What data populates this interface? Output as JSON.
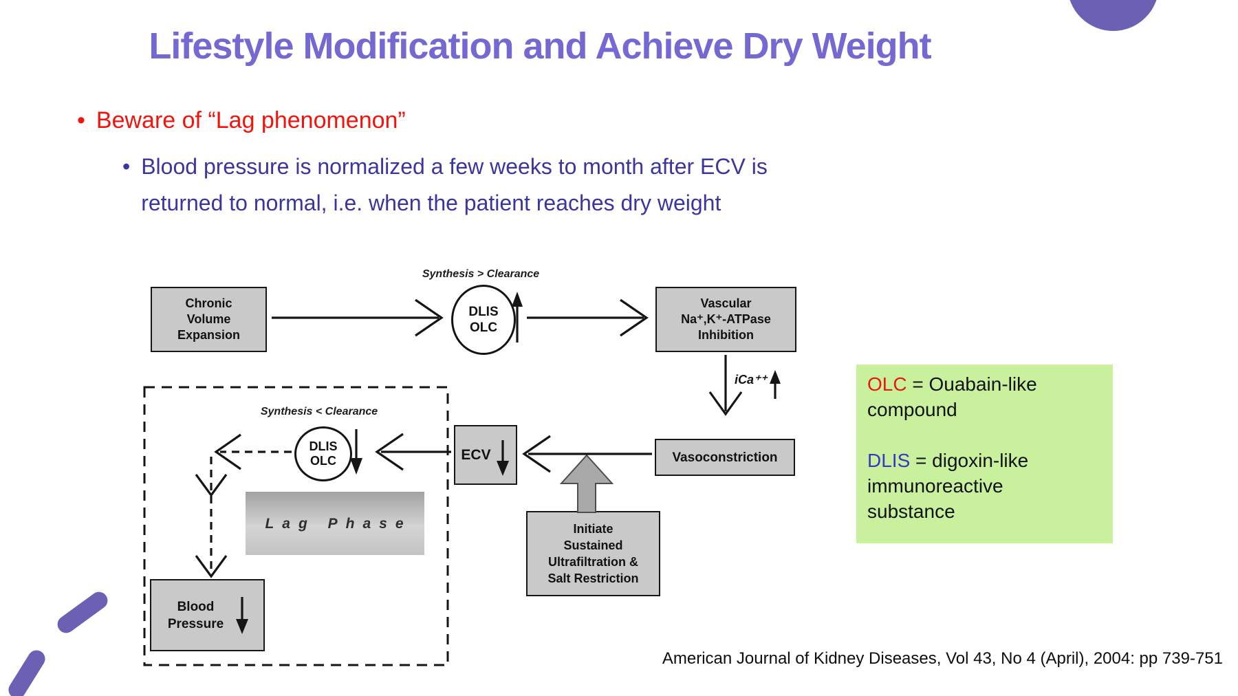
{
  "slide": {
    "title": "Lifestyle Modification and Achieve Dry Weight",
    "bullet_glyph": "•",
    "bullet1": "Beware of “Lag phenomenon”",
    "bullet2": "Blood pressure is normalized a few weeks to month after ECV is\nreturned to normal, i.e. when the patient reaches dry weight",
    "citation": "American Journal of Kidney Diseases, Vol 43, No 4 (April), 2004: pp 739-751"
  },
  "diagram": {
    "labels": {
      "synthesis_gt": "Synthesis > Clearance",
      "synthesis_lt": "Synthesis < Clearance",
      "ica": "iCa⁺⁺",
      "lag_phase": "Lag Phase"
    },
    "boxes": {
      "chronic": "Chronic\nVolume\nExpansion",
      "vascular": "Vascular\nNa⁺,K⁺-ATPase\nInhibition",
      "vasoconstriction": "Vasoconstriction",
      "ecv": "ECV",
      "initiate": "Initiate\nSustained\nUltrafiltration &\nSalt Restriction",
      "blood_pressure": "Blood\nPressure"
    },
    "circles": {
      "dlis_top": "DLIS\nOLC",
      "dlis_bottom": "DLIS\nOLC"
    }
  },
  "legend": {
    "olc_term": "OLC",
    "olc_rest": " = Ouabain-like\ncompound",
    "dlis_term": "DLIS",
    "dlis_rest": " = digoxin-like\nimmunoreactive\nsubstance"
  },
  "colors": {
    "title_purple": "#7468d2",
    "body_blue": "#3a35a0",
    "accent_red": "#f5120b",
    "legend_green": "#c9f09d",
    "dlis_blue": "#3a35c2",
    "olc_red": "#e8190e",
    "decoration_purple": "#6b61b4",
    "box_gray": "#c9c9c9"
  }
}
